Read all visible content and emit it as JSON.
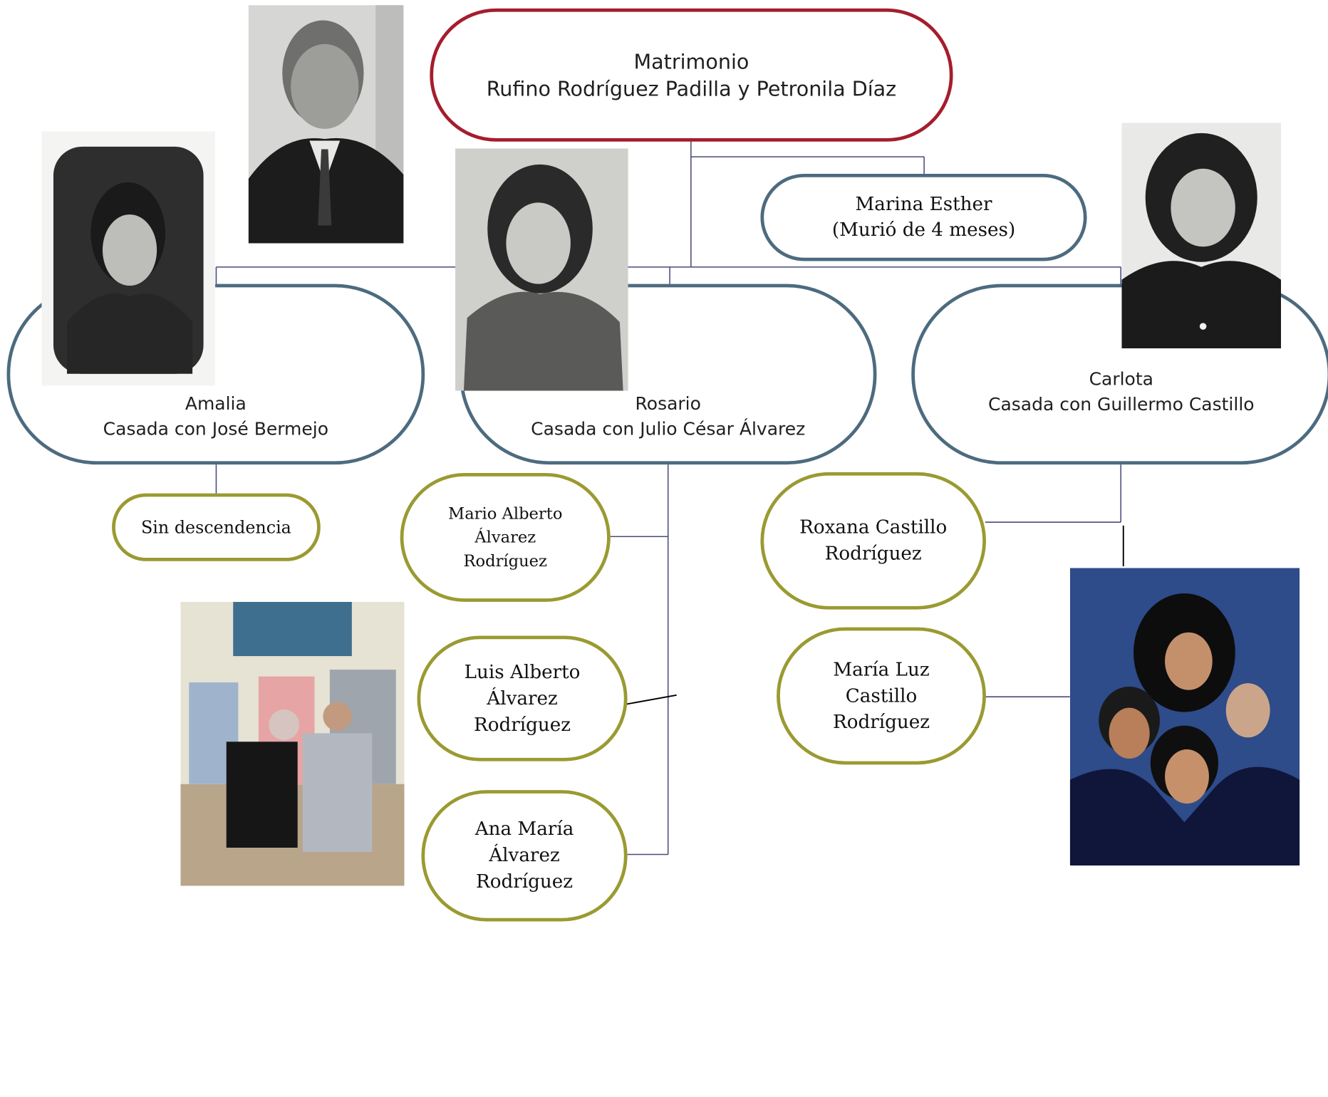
{
  "root": {
    "line1": "Matrimonio",
    "line2": "Rufino Rodríguez Padilla y Petronila Díaz"
  },
  "children": {
    "amalia": {
      "name": "Amalia",
      "spouse": "Casada con José Bermejo"
    },
    "rosario": {
      "name": "Rosario",
      "spouse": "Casada con Julio César Álvarez"
    },
    "carlota": {
      "name": "Carlota",
      "spouse": "Casada con Guillermo Castillo"
    },
    "marina": {
      "name": "Marina Esther",
      "note": "(Murió de 4 meses)"
    }
  },
  "grandchildren": {
    "sin": "Sin descendencia",
    "mario": [
      "Mario Alberto",
      "Álvarez",
      "Rodríguez"
    ],
    "luis": [
      "Luis Alberto",
      "Álvarez",
      "Rodríguez"
    ],
    "ana": [
      "Ana María",
      "Álvarez",
      "Rodríguez"
    ],
    "roxana": [
      "Roxana Castillo",
      "Rodríguez"
    ],
    "maria": [
      "María Luz",
      "Castillo",
      "Rodríguez"
    ]
  },
  "colors": {
    "root_border": "#a51d2d",
    "child_border": "#4d6b7f",
    "grandchild_border": "#9a9a32",
    "connector": "#4a4a7a"
  }
}
